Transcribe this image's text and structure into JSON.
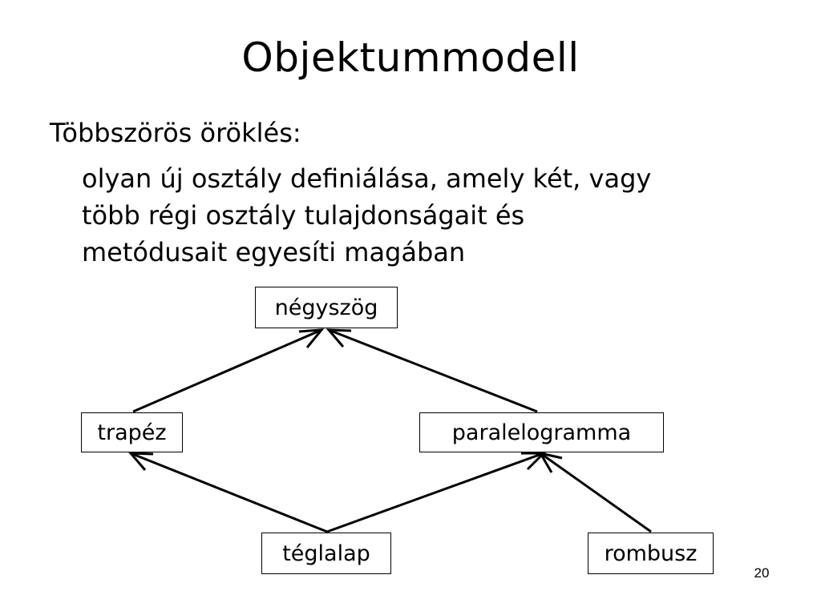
{
  "slide": {
    "title": "Objektummodell",
    "heading": "Többszörös öröklés:",
    "body_lines": [
      "olyan új osztály definiálása, amely két, vagy",
      "több régi osztály tulajdonságait és",
      "metódusait egyesíti  magában"
    ],
    "page_number": "20"
  },
  "diagram": {
    "nodes": {
      "negyszog": "négyszög",
      "trapez": "trapéz",
      "paralelogramma": "paralelogramma",
      "teglalap": "téglalap",
      "rombusz": "rombusz"
    },
    "edges": [
      {
        "from": "trapez",
        "to": "negyszog"
      },
      {
        "from": "paralelogramma",
        "to": "negyszog"
      },
      {
        "from": "teglalap",
        "to": "trapez"
      },
      {
        "from": "teglalap",
        "to": "paralelogramma"
      },
      {
        "from": "rombusz",
        "to": "paralelogramma"
      }
    ],
    "line_color": "#000000"
  }
}
